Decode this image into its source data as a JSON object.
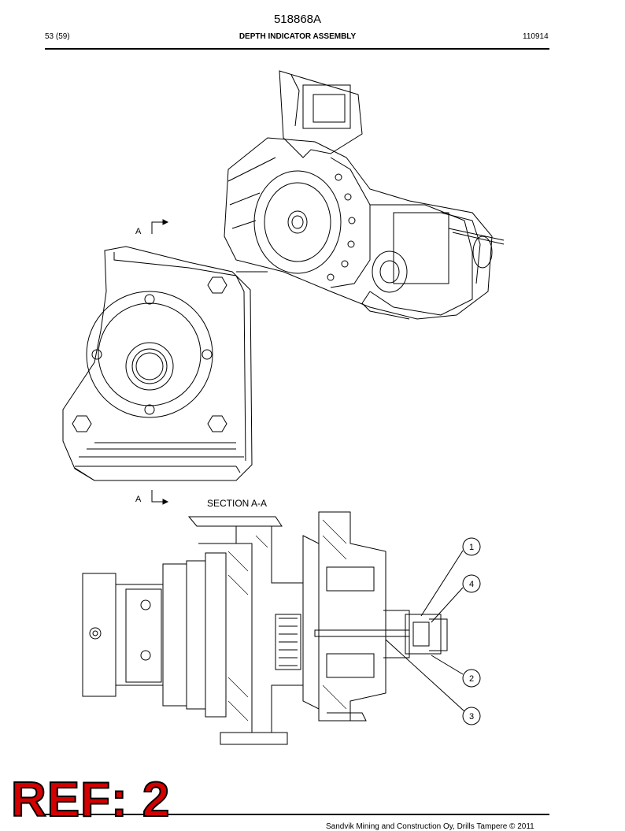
{
  "header": {
    "doc_number": "518868A",
    "page": "53 (59)",
    "title": "DEPTH INDICATOR ASSEMBLY",
    "date_code": "110914"
  },
  "drawing": {
    "section_marker": "A",
    "section_title": "SECTION A-A",
    "callouts": [
      "1",
      "4",
      "2",
      "3"
    ]
  },
  "footer": {
    "copyright": "Sandvik Mining and Construction Oy, Drills Tampere © 2011"
  },
  "stamp": {
    "text": "REF: 2",
    "color": "#d40000"
  }
}
